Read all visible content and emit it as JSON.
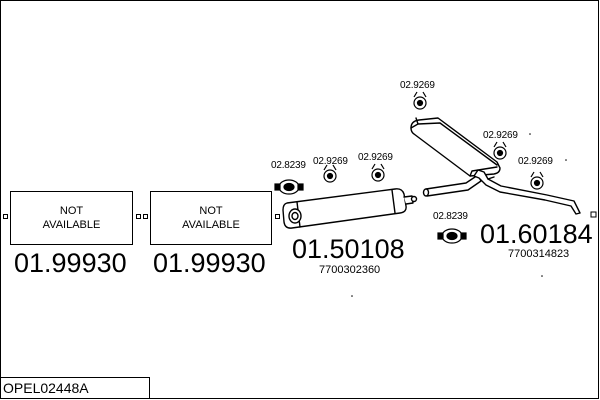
{
  "diagram_code": "OPEL02448A",
  "sections": [
    {
      "status_line1": "NOT",
      "status_line2": "AVAILABLE",
      "part_number": "01.99930"
    },
    {
      "status_line1": "NOT",
      "status_line2": "AVAILABLE",
      "part_number": "01.99930"
    }
  ],
  "middle_silencer": {
    "part_number": "01.50108",
    "oem_number": "7700302360"
  },
  "rear_silencer": {
    "part_number": "01.60184",
    "oem_number": "7700314823"
  },
  "fittings": {
    "clamp_a": "02.8239",
    "rubber_a": "02.9269",
    "rubber_b": "02.9269",
    "clamp_b": "02.8239",
    "rubber_c": "02.9269",
    "rubber_d": "02.9269",
    "rubber_e": "02.9269"
  },
  "colors": {
    "line": "#000000",
    "background": "#ffffff"
  }
}
